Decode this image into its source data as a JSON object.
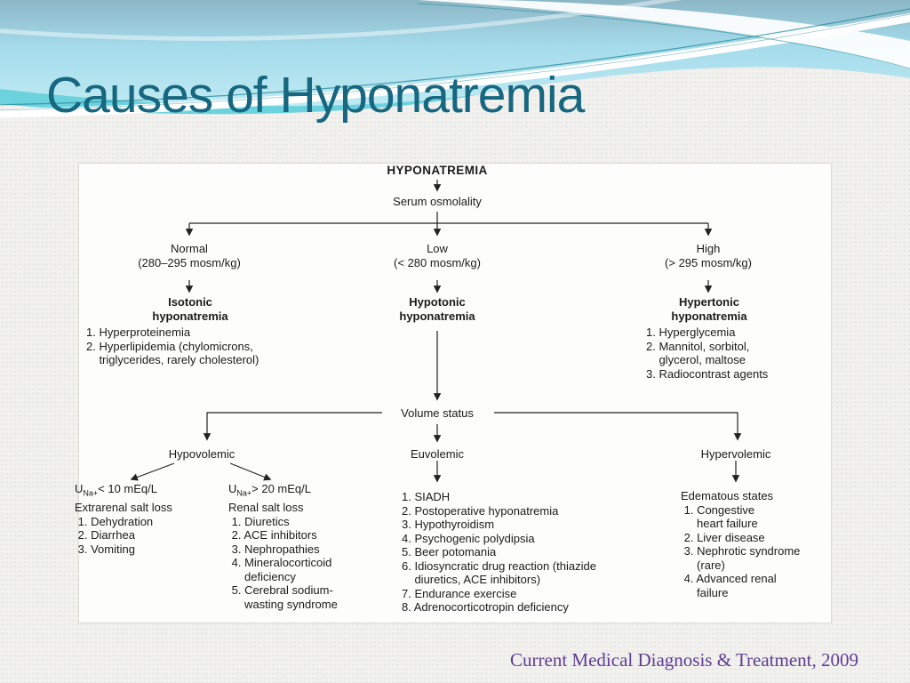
{
  "slide": {
    "title": "Causes of Hyponatremia",
    "citation": "Current Medical Diagnosis & Treatment, 2009"
  },
  "colors": {
    "title_teal": "#16677f",
    "citation_purple": "#5f3d92",
    "wave_cyan": "#55ccdb",
    "flowchart_ink": "#1b1b1b"
  },
  "flowchart": {
    "root": "HYPONATREMIA",
    "serum": "Serum osmolality",
    "branches": {
      "normal": {
        "label": "Normal",
        "range": "(280–295 mosm/kg)"
      },
      "low": {
        "label": "Low",
        "range": "(< 280 mosm/kg)"
      },
      "high": {
        "label": "High",
        "range": "(> 295 mosm/kg)"
      }
    },
    "isotonic": {
      "title": "Isotonic\nhyponatremia",
      "items": "1. Hyperproteinemia\n2. Hyperlipidemia (chylomicrons,\n    triglycerides, rarely cholesterol)"
    },
    "hypotonic": {
      "title": "Hypotonic\nhyponatremia"
    },
    "hypertonic": {
      "title": "Hypertonic\nhyponatremia",
      "items": "1. Hyperglycemia\n2. Mannitol, sorbitol,\n    glycerol, maltose\n3. Radiocontrast agents"
    },
    "volume_status": "Volume status",
    "hypovolemic": {
      "label": "Hypovolemic",
      "extrarenal": {
        "u_symbol": "U",
        "u_sub": "Na+",
        "u_value": "< 10 mEq/L",
        "title": "Extrarenal salt loss",
        "items": " 1. Dehydration\n 2. Diarrhea\n 3. Vomiting"
      },
      "renal": {
        "u_symbol": "U",
        "u_sub": "Na+",
        "u_value": "> 20 mEq/L",
        "title": "Renal salt loss",
        "items": " 1. Diuretics\n 2. ACE inhibitors\n 3. Nephropathies\n 4. Mineralocorticoid\n     deficiency\n 5. Cerebral sodium-\n     wasting syndrome"
      }
    },
    "euvolemic": {
      "label": "Euvolemic",
      "items": "1. SIADH\n2. Postoperative hyponatremia\n3. Hypothyroidism\n4. Psychogenic polydipsia\n5. Beer potomania\n6. Idiosyncratic drug reaction (thiazide\n    diuretics, ACE inhibitors)\n7. Endurance exercise\n8. Adrenocorticotropin deficiency"
    },
    "hypervolemic": {
      "label": "Hypervolemic",
      "edematous": "Edematous states\n 1. Congestive\n     heart failure\n 2. Liver disease\n 3. Nephrotic syndrome\n     (rare)\n 4. Advanced renal\n     failure"
    }
  }
}
